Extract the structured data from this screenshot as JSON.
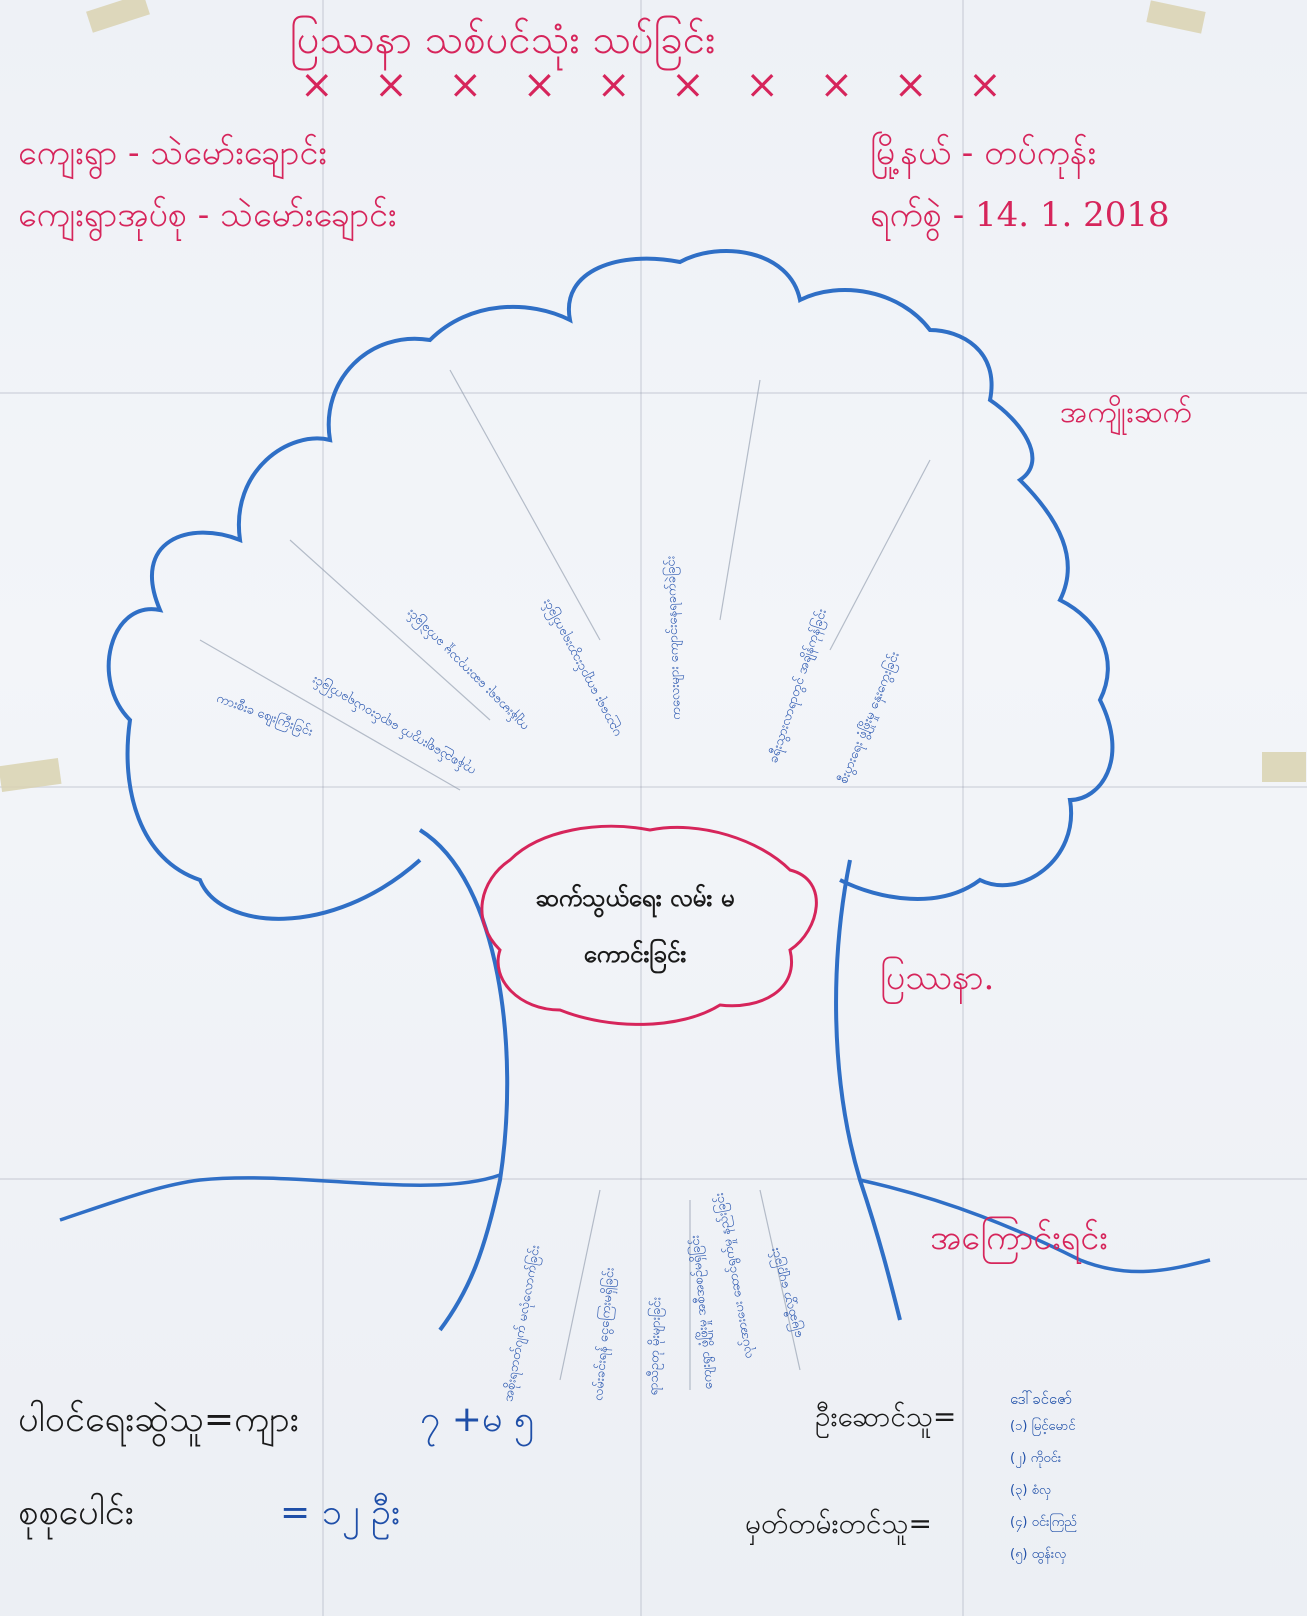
{
  "poster": {
    "title": "ပြဿနာ သစ်ပင်သုံး သပ်ခြင်း",
    "cross_row": "× × × × × × × × × ×",
    "village": "ကျေးရွာ - သဲမော်းချောင်း",
    "village_tract": "ကျေးရွာအုပ်စု - သဲမော်းချောင်း",
    "township": "မြို့နယ် - တပ်ကုန်း",
    "date": "ရက်စွဲ - 14. 1. 2018",
    "labels": {
      "leaves": "အကျိုးဆက်",
      "trunk": "ပြဿနာ.",
      "roots": "အကြောင်းရင်း"
    },
    "central_problem": "ဆက်သွယ်ရေး လမ်း မကောင်းခြင်း",
    "leaf_notes": [
      "ကုန်စည်ဈေးကွက် ရောင်းဝယ်ရခက်ခြင်း",
      "ကျန်းမာရေး ဆေးကုသမှု ခက်ခဲခြင်း",
      "ပညာရေး ကျောင်းသွားရခက်ခြင်း",
      "ကလေးများ ကျောင်းနေရခက်ခဲခြင်း",
      "ခရီးသွားလာရာတွင် အချိန်ကုန်ခြင်း",
      "စီးပွားရေး ဖွံ့ဖြိုးမှု နှေးကွေးခြင်း",
      "ကားစီးခ ဈေးကြီးခြင်း"
    ],
    "root_notes": [
      "အစိုးရဘတ်ဂျက် မလုံလောက်ခြင်း",
      "လမ်းခင်းရန် ငွေကြေးမရှိခြင်း",
      "ရာသီဥတု မိုးများခြင်း",
      "ကျေးရွာ ဖွံ့ဖြိုးမှု အစီအစဉ်မရှိခြင်း",
      "လုပ်အားပေး ဆောင်ရွက်မှု နည်းခြင်း",
      "မြေဆီလွှာ ပျော့ခြင်း"
    ],
    "participants_label": "ပါဝင်ရေးဆွဲသူ=ကျား",
    "participants_value": "၇ +မ ၅",
    "total_label": "စုစုပေါင်း",
    "total_value": "= ၁၂ ဦး",
    "facilitator_label": "ဦးဆောင်သူ=",
    "facilitator_value": "ဒေါ်ခင်ဇော်",
    "recorder_label": "မှတ်တမ်းတင်သူ=",
    "recorders": [
      "(၁) မြင့်မောင်",
      "(၂) ကိုဝင်း",
      "(၃) စံလှ",
      "(၄) ဝင်းကြည်",
      "(၅) ထွန်းလှ"
    ]
  }
}
